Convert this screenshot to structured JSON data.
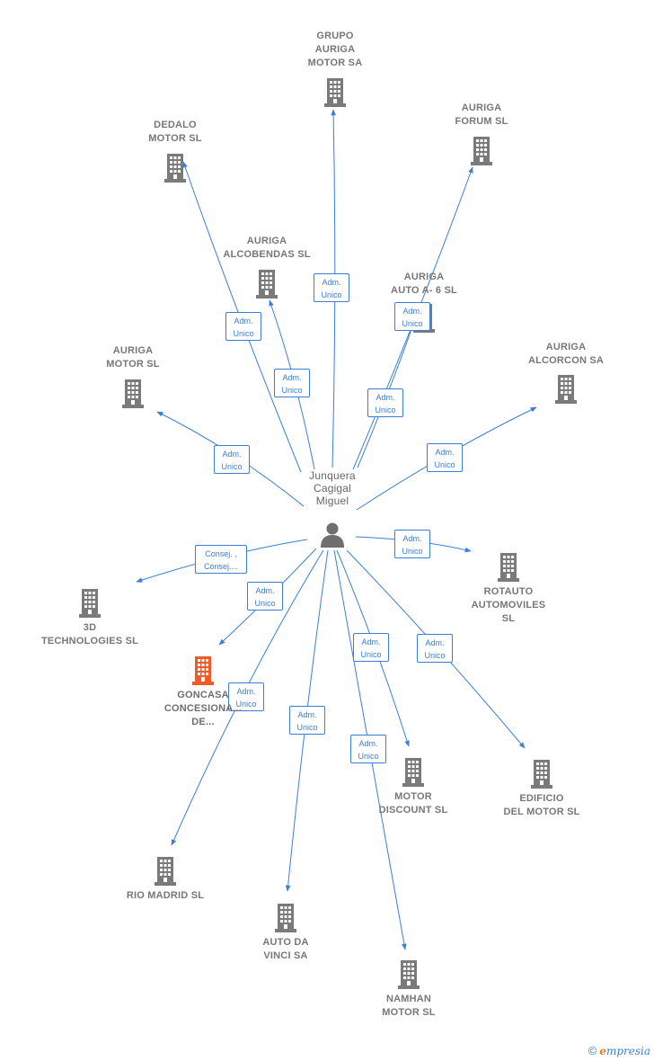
{
  "center": {
    "name_lines": [
      "Junquera",
      "Cagigal",
      "Miguel"
    ],
    "icon": "person-icon"
  },
  "colors": {
    "edge": "#3b7fd4",
    "building": "#7a7a7a",
    "highlight": "#f05a28"
  },
  "nodes": [
    {
      "id": "grupo-auriga-motor-sa",
      "lines": [
        "GRUPO",
        "AURIGA",
        "MOTOR SA"
      ]
    },
    {
      "id": "dedalo-motor-sl",
      "lines": [
        "DEDALO",
        "MOTOR SL"
      ]
    },
    {
      "id": "auriga-forum-sl",
      "lines": [
        "AURIGA",
        "FORUM SL"
      ]
    },
    {
      "id": "auriga-alcobendas-sl",
      "lines": [
        "AURIGA",
        "ALCOBENDAS SL"
      ]
    },
    {
      "id": "auriga-auto-a6-sl",
      "lines": [
        "AURIGA",
        "AUTO A- 6 SL"
      ]
    },
    {
      "id": "auriga-motor-sl",
      "lines": [
        "AURIGA",
        "MOTOR SL"
      ]
    },
    {
      "id": "auriga-alcorcon-sa",
      "lines": [
        "AURIGA",
        "ALCORCON SA"
      ]
    },
    {
      "id": "rotauto-automoviles-sl",
      "lines": [
        "ROTAUTO",
        "AUTOMOVILES",
        "SL"
      ]
    },
    {
      "id": "3d-technologies-sl",
      "lines": [
        "3D",
        "TECHNOLOGIES SL"
      ]
    },
    {
      "id": "goncasa-concesionarios",
      "lines": [
        "GONCASA",
        "CONCESIONA...",
        "DE..."
      ],
      "highlight": true
    },
    {
      "id": "motor-discount-sl",
      "lines": [
        "MOTOR",
        "DISCOUNT SL"
      ]
    },
    {
      "id": "edificio-del-motor-sl",
      "lines": [
        "EDIFICIO",
        "DEL MOTOR SL"
      ]
    },
    {
      "id": "rio-madrid-sl",
      "lines": [
        "RIO MADRID SL"
      ]
    },
    {
      "id": "auto-da-vinci-sa",
      "lines": [
        "AUTO DA",
        "VINCI SA"
      ]
    },
    {
      "id": "namhan-motor-sl",
      "lines": [
        "NAMHAN",
        "MOTOR SL"
      ]
    }
  ],
  "edges": [
    {
      "to": "grupo-auriga-motor-sa",
      "lines": [
        "Adm.",
        "Unico"
      ]
    },
    {
      "to": "dedalo-motor-sl",
      "lines": [
        "Adm.",
        "Unico"
      ]
    },
    {
      "to": "auriga-alcobendas-sl",
      "lines": [
        "Adm.",
        "Unico"
      ]
    },
    {
      "to": "auriga-auto-a6-sl",
      "lines": [
        "Adm.",
        "Unico"
      ]
    },
    {
      "to": "auriga-forum-sl",
      "lines": [
        "Adm.",
        "Unico"
      ]
    },
    {
      "to": "auriga-motor-sl",
      "lines": [
        "Adm.",
        "Unico"
      ]
    },
    {
      "to": "auriga-alcorcon-sa",
      "lines": [
        "Adm.",
        "Unico"
      ]
    },
    {
      "to": "rotauto-automoviles-sl",
      "lines": [
        "Adm.",
        "Unico"
      ]
    },
    {
      "to": "3d-technologies-sl",
      "lines": [
        "Consej. ,",
        "Consej...."
      ]
    },
    {
      "to": "goncasa-concesionarios",
      "lines": [
        "Adm.",
        "Unico"
      ]
    },
    {
      "to": "rio-madrid-sl",
      "lines": [
        "Adm.",
        "Unico"
      ]
    },
    {
      "to": "auto-da-vinci-sa",
      "lines": [
        "Adm.",
        "Unico"
      ]
    },
    {
      "to": "motor-discount-sl",
      "lines": [
        "Adm.",
        "Unico"
      ]
    },
    {
      "to": "namhan-motor-sl",
      "lines": [
        "Adm.",
        "Unico"
      ]
    },
    {
      "to": "edificio-del-motor-sl",
      "lines": [
        "Adm.",
        "Unico"
      ]
    }
  ],
  "footer": {
    "copyright_symbol": "©",
    "brand_initial": "e",
    "brand_rest": "mpresia"
  }
}
